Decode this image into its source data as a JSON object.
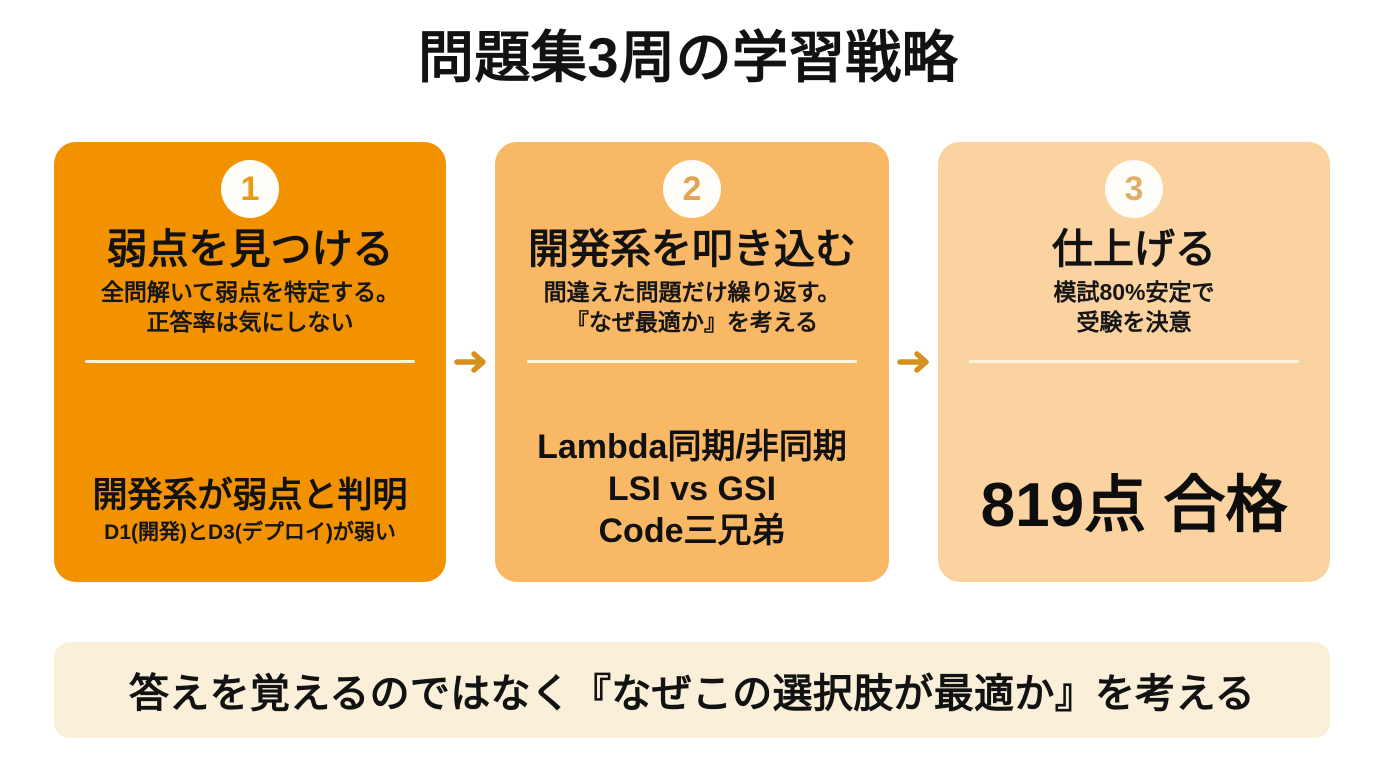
{
  "title": "問題集3周の学習戦略",
  "colors": {
    "card1_bg": "#F39200",
    "card2_bg": "#F9B865",
    "card3_bg": "#FBD3A0",
    "banner_bg": "#FAF0DA",
    "badge_bg": "#FFFDF7",
    "arrow": "#D4911F",
    "divider": "#FCF3DC",
    "text": "#121212"
  },
  "steps": [
    {
      "number": "1",
      "heading": "弱点を見つける",
      "sub_lines": [
        "全問解いて弱点を特定する。",
        "正答率は気にしない"
      ],
      "body_main": "開発系が弱点と判明",
      "body_note": "D1(開発)とD3(デプロイ)が弱い"
    },
    {
      "number": "2",
      "heading": "開発系を叩き込む",
      "sub_lines": [
        "間違えた問題だけ繰り返す。",
        "『なぜ最適か』を考える"
      ],
      "body_list": [
        "Lambda同期/非同期",
        "LSI vs GSI",
        "Code三兄弟"
      ]
    },
    {
      "number": "3",
      "heading": "仕上げる",
      "sub_lines": [
        "模試80%安定で",
        "受験を決意"
      ],
      "body_score": "819点 合格"
    }
  ],
  "arrows": [
    {
      "icon": "arrow-right-icon"
    },
    {
      "icon": "arrow-right-icon"
    }
  ],
  "banner": {
    "text": "答えを覚えるのではなく『なぜこの選択肢が最適か』を考える"
  }
}
